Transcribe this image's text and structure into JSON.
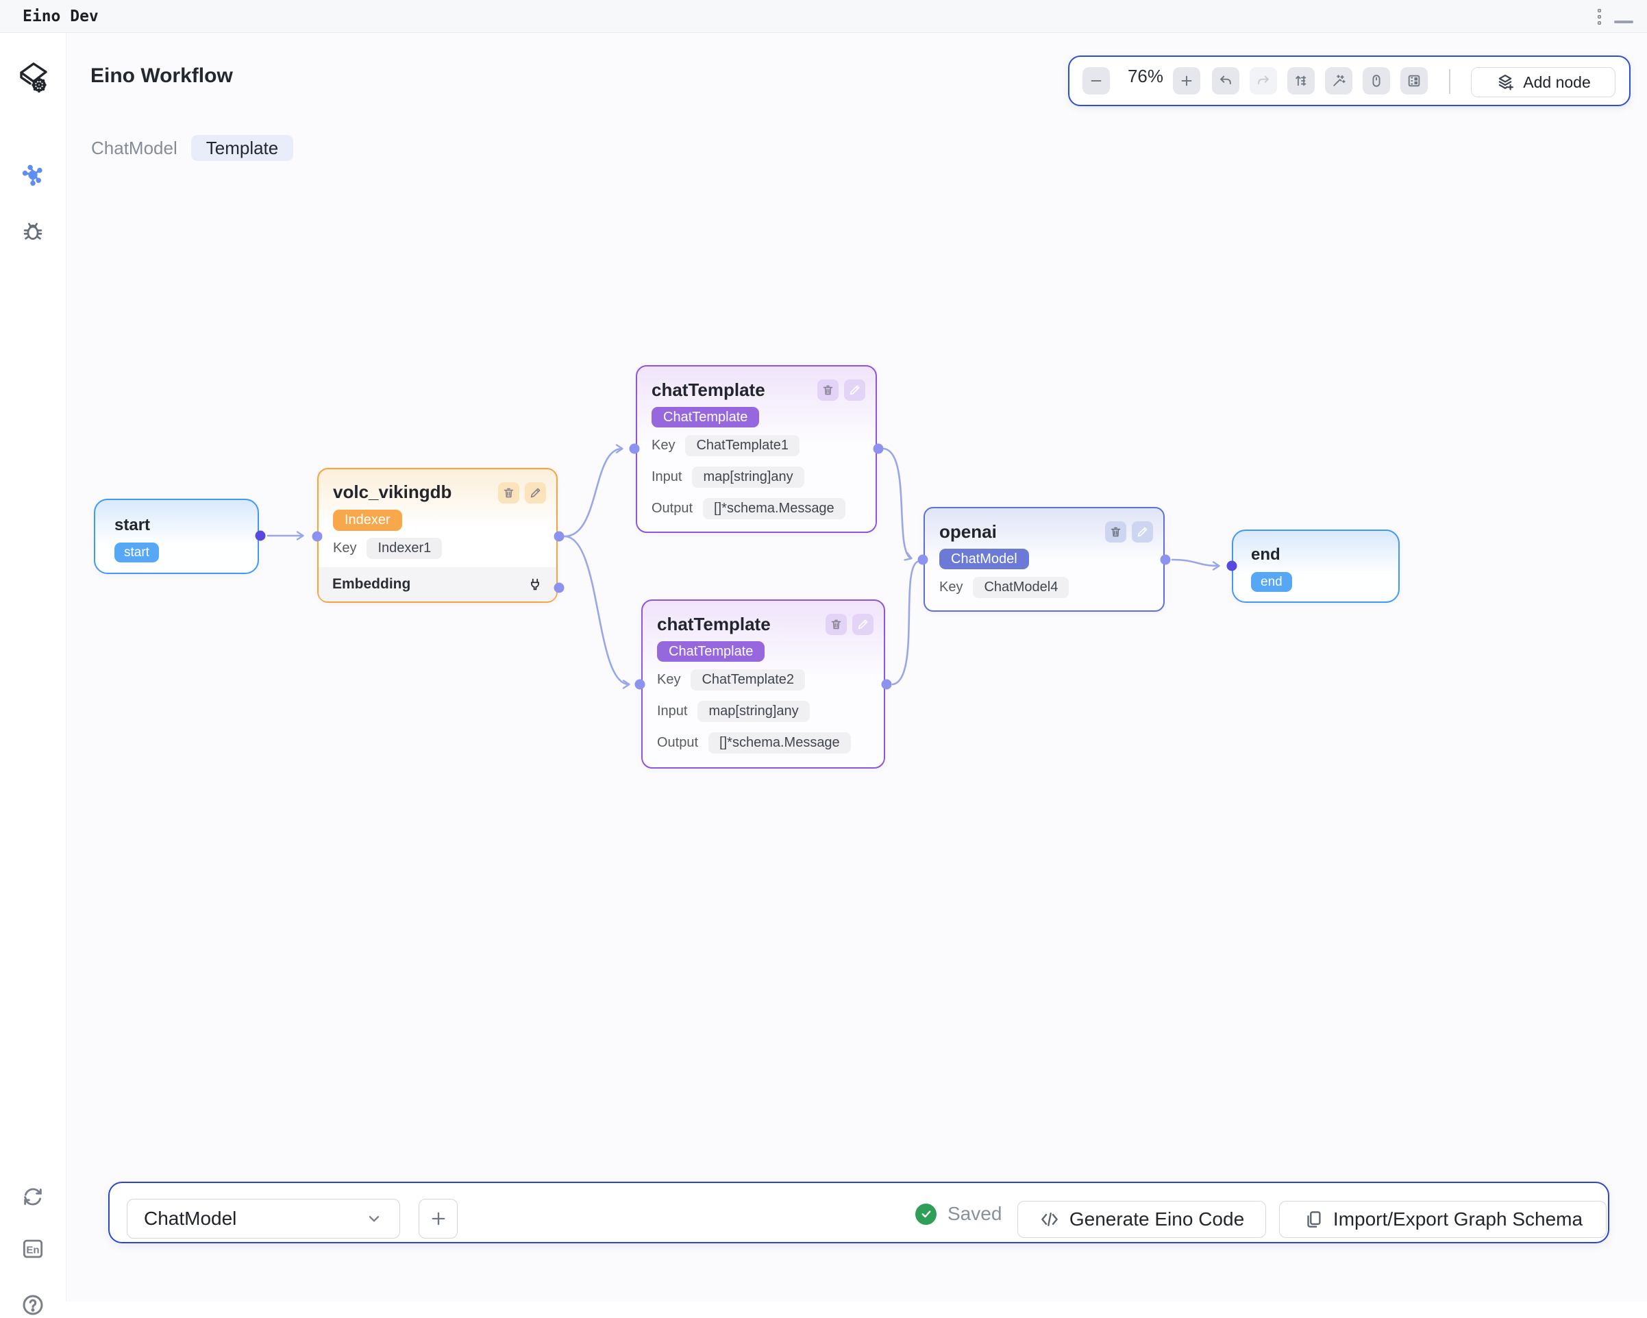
{
  "titlebar": {
    "app_name": "Eino Dev"
  },
  "header": {
    "title": "Eino Workflow"
  },
  "breadcrumb": {
    "graph_name": "ChatModel",
    "active_tab": "Template"
  },
  "toolbar": {
    "zoom_level": "76%",
    "add_node_label": "Add node"
  },
  "nodes": {
    "start": {
      "title": "start",
      "badge": "start"
    },
    "volc_vikingdb": {
      "title": "volc_vikingdb",
      "badge": "Indexer",
      "key_label": "Key",
      "key_value": "Indexer1",
      "slot_label": "Embedding"
    },
    "chat_template_1": {
      "title": "chatTemplate",
      "badge": "ChatTemplate",
      "rows": [
        {
          "label": "Key",
          "value": "ChatTemplate1"
        },
        {
          "label": "Input",
          "value": "map[string]any"
        },
        {
          "label": "Output",
          "value": "[]*schema.Message"
        }
      ]
    },
    "chat_template_2": {
      "title": "chatTemplate",
      "badge": "ChatTemplate",
      "rows": [
        {
          "label": "Key",
          "value": "ChatTemplate2"
        },
        {
          "label": "Input",
          "value": "map[string]any"
        },
        {
          "label": "Output",
          "value": "[]*schema.Message"
        }
      ]
    },
    "openai": {
      "title": "openai",
      "badge": "ChatModel",
      "key_label": "Key",
      "key_value": "ChatModel4"
    },
    "end": {
      "title": "end",
      "badge": "end"
    }
  },
  "footer": {
    "graph_selector_value": "ChatModel",
    "status_label": "Saved",
    "generate_button": "Generate Eino Code",
    "import_export_button": "Import/Export Graph Schema"
  },
  "colors": {
    "toolbar_border": "#2c50d5",
    "edge": "#99a7e9",
    "port_dark": "#5749e0",
    "port_light": "#8b93ee",
    "node_blue": "#4199f6",
    "node_orange": "#f6a43e",
    "node_purple": "#8d55e0",
    "node_indigo": "#5f6fd8",
    "badge_blue": "#57a7f7",
    "badge_orange": "#f8a84b",
    "badge_purple": "#9767dd",
    "badge_indigo": "#6b7ad7",
    "saved_green": "#2f9e56"
  }
}
